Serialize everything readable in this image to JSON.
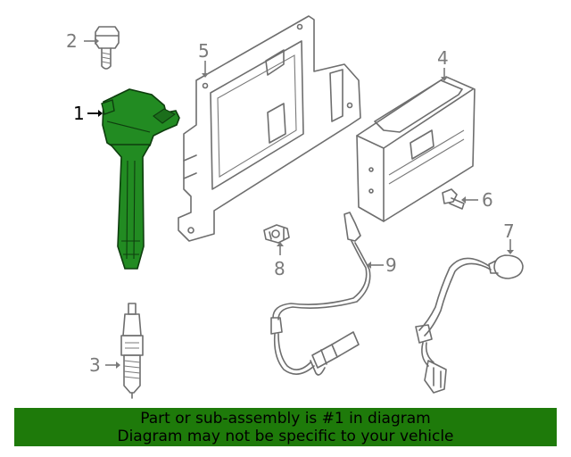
{
  "callouts": {
    "c1": "1",
    "c2": "2",
    "c3": "3",
    "c4": "4",
    "c5": "5",
    "c6": "6",
    "c7": "7",
    "c8": "8",
    "c9": "9"
  },
  "banner": {
    "line1": "Part or sub-assembly is #1 in diagram",
    "line2": "Diagram may not be specific to your vehicle"
  },
  "colors": {
    "highlight": "#228b22",
    "banner_bg": "#1e7a0a",
    "line": "#6e6e6e"
  }
}
